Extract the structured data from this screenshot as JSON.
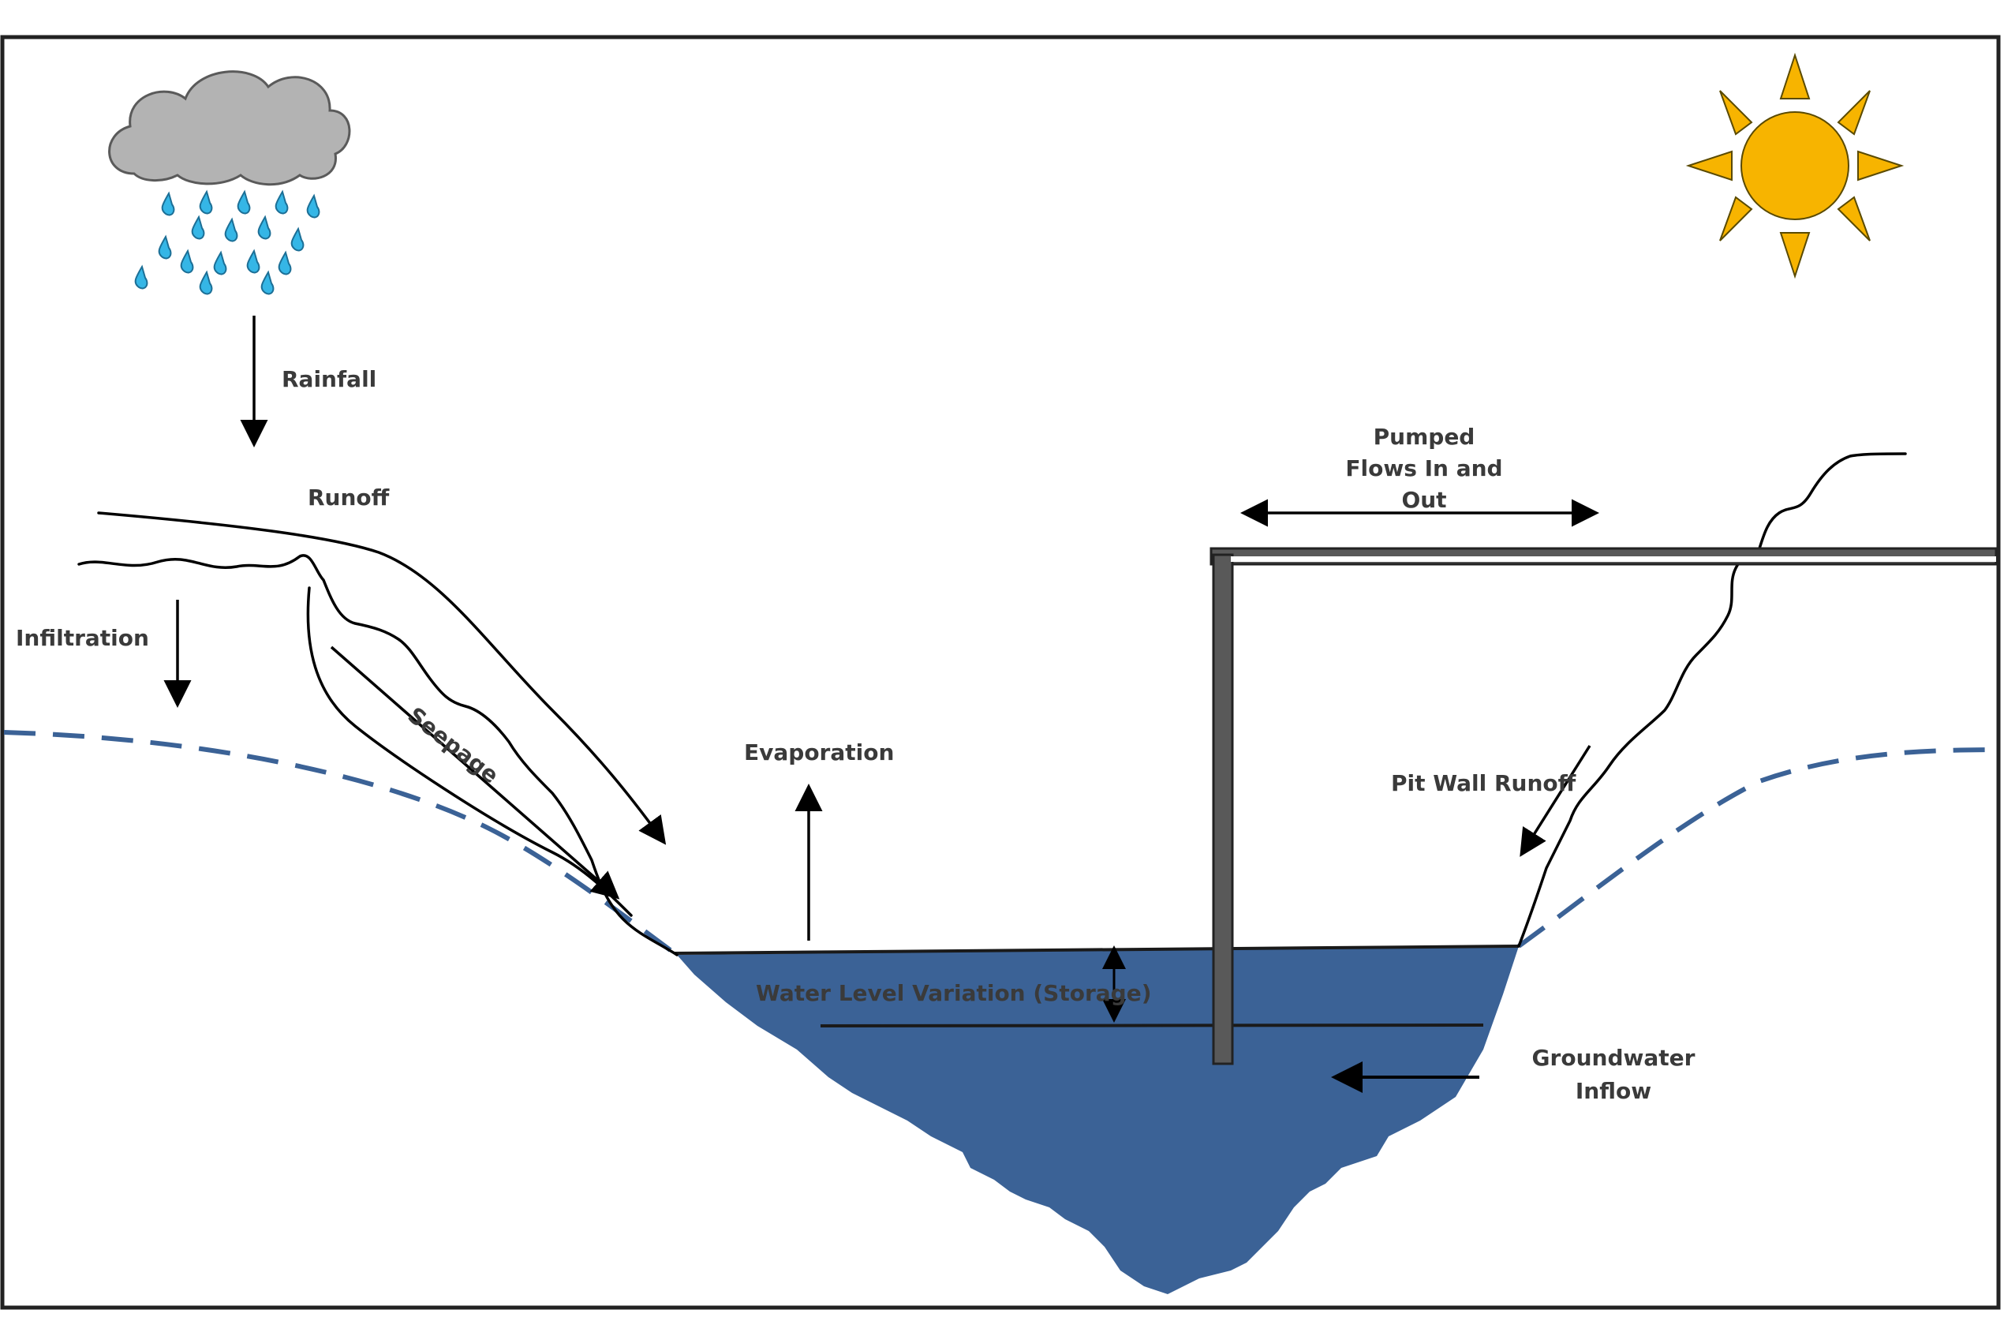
{
  "labels": {
    "rainfall": "Rainfall",
    "runoff": "Runoff",
    "infiltration": "Infiltration",
    "seepage": "Seepage",
    "evaporation": "Evaporation",
    "pumped_line1": "Pumped",
    "pumped_line2": "Flows In and",
    "pumped_line3": "Out",
    "pit_wall_runoff": "Pit Wall Runoff",
    "water_level_variation": "Water Level Variation (Storage)",
    "groundwater_line1": "Groundwater",
    "groundwater_line2": "Inflow"
  },
  "colors": {
    "water": "#3b6296",
    "water_table_dash": "#3b6296",
    "cloud": "#b3b3b3",
    "rain_drop": "#35b6e6",
    "sun": "#f7b400",
    "pipe": "#595959",
    "frame": "#222222"
  },
  "icons": {
    "cloud": "rain-cloud-icon",
    "sun": "sun-icon"
  }
}
